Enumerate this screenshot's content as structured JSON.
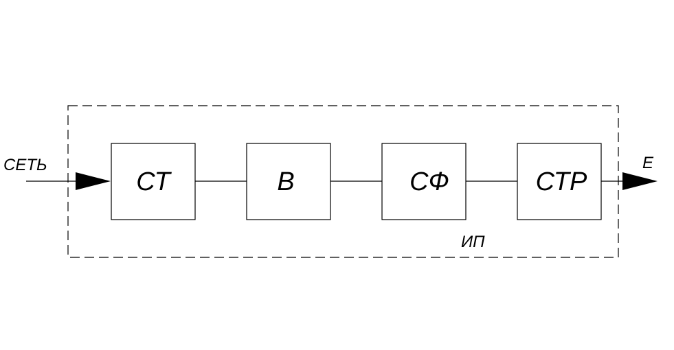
{
  "diagram": {
    "input_label": "СЕТЬ",
    "output_label": "Е",
    "container_label": "ИП",
    "blocks": [
      {
        "label": "СТ"
      },
      {
        "label": "В"
      },
      {
        "label": "СФ"
      },
      {
        "label": "СТР"
      }
    ],
    "colors": {
      "line": "#000000",
      "background": "#ffffff"
    }
  }
}
